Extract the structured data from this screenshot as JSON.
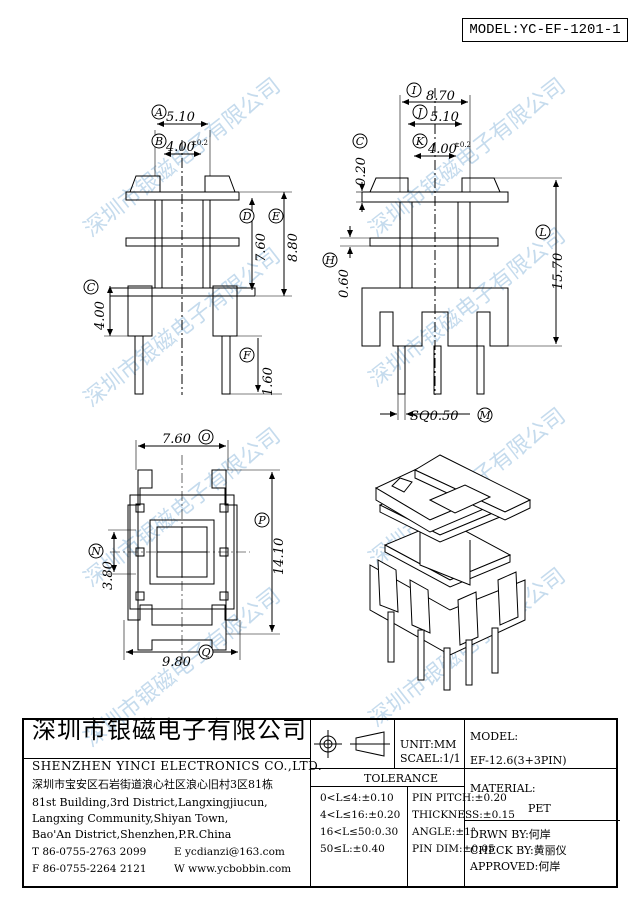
{
  "model_top": "MODEL:YC-EF-1201-1",
  "watermark": "深圳市银磁电子有限公司",
  "views": {
    "front": {
      "A": "A",
      "A_val": "5.10",
      "B": "B",
      "B_val": "4.00",
      "B_tol": "±0.2",
      "C": "C",
      "C_val": "4.00",
      "D": "D",
      "D_val": "7.60",
      "E": "E",
      "E_val": "8.80",
      "F": "F",
      "F_val": "1.60"
    },
    "side": {
      "I": "I",
      "I_val": "8.70",
      "J": "J",
      "J_val": "5.10",
      "K": "K",
      "K_val": "4.00",
      "K_tol": "±0.2",
      "C": "C",
      "C_val": "0.20",
      "H": "H",
      "H_val": "0.60",
      "L": "L",
      "L_val": "15.70",
      "M": "M",
      "SQ": "SQ0.50"
    },
    "bottom": {
      "O": "O",
      "O_val": "7.60",
      "P": "P",
      "P_val": "14.10",
      "N": "N",
      "N_val": "3.80",
      "Q": "Q",
      "Q_val": "9.80"
    }
  },
  "title_block": {
    "company_cn": "深圳市银磁电子有限公司",
    "company_en": "SHENZHEN YINCI ELECTRONICS CO.,LTD.",
    "address_cn": "深圳市宝安区石岩街道浪心社区浪心旧村3区81栋",
    "address_en": [
      "81st Building,3rd District,Langxingjiucun,",
      "Langxing Community,Shiyan Town,",
      "Bao'An District,Shenzhen,P.R.China"
    ],
    "tel": "T  86-0755-2763 2099",
    "fax": "F  86-0755-2264 2121",
    "email": "E  ycdianzi@163.com",
    "web": "W  www.ycbobbin.com",
    "unit": "UNIT:MM",
    "scale": "SCAEL:1/1",
    "model_label": "MODEL:",
    "model_value": "EF-12.6(3+3PIN)",
    "tolerance_label": "TOLERANCE",
    "tol_left": [
      "0<L≤4:±0.10",
      "4<L≤16:±0.20",
      "16<L≤50:0.30",
      "50≤L:±0.40"
    ],
    "tol_right": [
      "PIN PITCH:±0.20",
      "THICKNESS:±0.15",
      "ANGLE:±1°",
      "PIN DIM:±0.05"
    ],
    "material_label": "MATERIAL:",
    "material_value": "PET",
    "drawn_by": "DRWN BY:何岸",
    "check_by": "CHECK BY:黄丽仪",
    "approved": "APPROVED:何岸"
  }
}
